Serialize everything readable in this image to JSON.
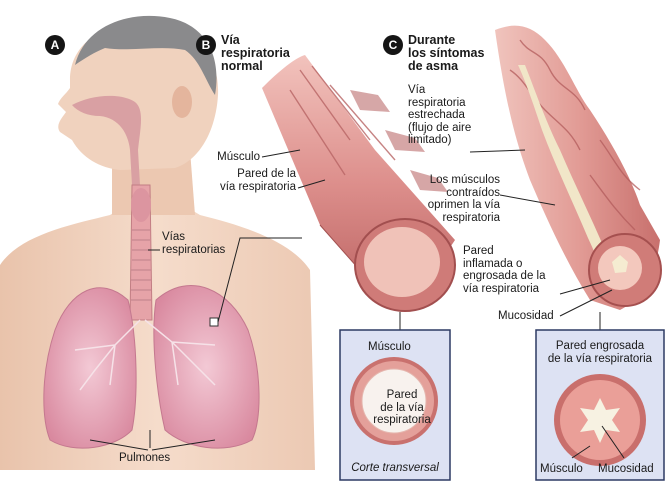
{
  "panels": {
    "a": {
      "letter": "A"
    },
    "b": {
      "letter": "B",
      "title_line1": "Vía",
      "title_line2": "respiratoria",
      "title_line3": "normal"
    },
    "c": {
      "letter": "C",
      "title_line1": "Durante",
      "title_line2": "los síntomas",
      "title_line3": "de asma"
    }
  },
  "labels": {
    "musculo": "Músculo",
    "pared_1": "Pared de la",
    "pared_2": "vía respiratoria",
    "vias_1": "Vías",
    "vias_2": "respiratorias",
    "pulmones": "Pulmones",
    "estrechada_1": "Vía",
    "estrechada_2": "respiratoria",
    "estrechada_3": "estrechada",
    "estrechada_4": "(flujo de aire",
    "estrechada_5": "limitado)",
    "contraidos_1": "Los músculos",
    "contraidos_2": "contraídos",
    "contraidos_3": "oprimen la vía",
    "contraidos_4": "respiratoria",
    "inflamada_1": "Pared",
    "inflamada_2": "inflamada o",
    "inflamada_3": "engrosada de la",
    "inflamada_4": "vía respiratoria",
    "mucosidad": "Mucosidad"
  },
  "inset_normal": {
    "musculo": "Músculo",
    "pared_1": "Pared",
    "pared_2": "de la vía",
    "pared_3": "respiratoria",
    "caption": "Corte transversal"
  },
  "inset_asthma": {
    "pared_1": "Pared engrosada",
    "pared_2": "de la vía respiratoria",
    "musculo": "Músculo",
    "mucosidad": "Mucosidad"
  },
  "colors": {
    "skin": "#f0d3bf",
    "lung": "#e2a4b8",
    "airway": "#d98b8b",
    "inset_bg": "#dde2f3",
    "mucus": "#efe4c6"
  }
}
